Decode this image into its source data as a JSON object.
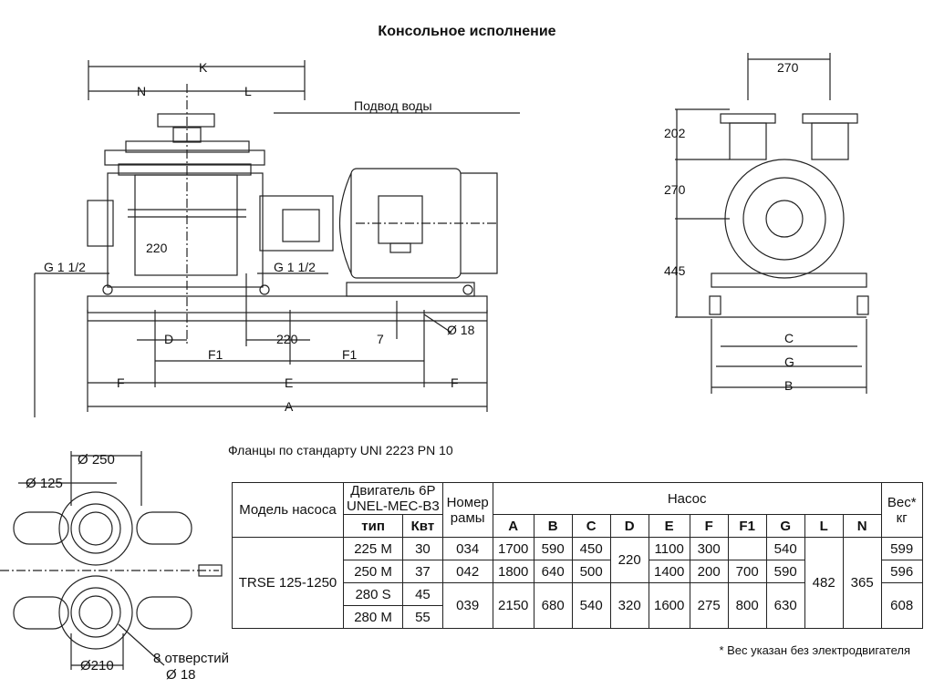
{
  "title": "Консольное исполнение",
  "front_view": {
    "dims": {
      "K": "K",
      "N": "N",
      "L": "L",
      "h220": "220",
      "g_left": "G 1 1/2",
      "g_right": "G 1 1/2",
      "D": "D",
      "F1_left": "F1",
      "d220": "220",
      "F1_right": "F1",
      "seven": "7",
      "hole": "Ø 18",
      "F_left": "F",
      "E": "E",
      "F_right": "F",
      "A": "A"
    },
    "water_inlet": "Подвод воды"
  },
  "side_view": {
    "dims": {
      "w270": "270",
      "h202": "202",
      "h270": "270",
      "h445": "445",
      "C": "C",
      "G": "G",
      "B": "B"
    }
  },
  "flange_view": {
    "dims": {
      "d250": "Ø 250",
      "d125": "Ø 125",
      "d210": "Ø210",
      "holes": "8 отверстий",
      "d18": "Ø 18"
    }
  },
  "flange_note": "Фланцы по стандарту UNI 2223 PN 10",
  "table": {
    "h_model": "Модель насоса",
    "h_motor_1": "Двигатель 6P",
    "h_motor_2": "UNEL-MEC-B3",
    "h_frame_1": "Номер",
    "h_frame_2": "рамы",
    "h_pump": "Насос",
    "h_weight_1": "Вес*",
    "h_weight_2": "кг",
    "h_type": "тип",
    "h_kw": "Квт",
    "cols": [
      "A",
      "B",
      "C",
      "D",
      "E",
      "F",
      "F1",
      "G",
      "L",
      "N"
    ],
    "model": "TRSE 125-1250",
    "types": [
      "225 M",
      "250 M",
      "280 S",
      "280 M"
    ],
    "kw": [
      "30",
      "37",
      "45",
      "55"
    ],
    "frames": [
      "034",
      "042",
      "039"
    ],
    "A": [
      "1700",
      "1800",
      "2150"
    ],
    "B": [
      "590",
      "640",
      "680"
    ],
    "C": [
      "450",
      "500",
      "540"
    ],
    "D": [
      "220",
      "320"
    ],
    "E": [
      "1100",
      "1400",
      "1600"
    ],
    "F": [
      "300",
      "200",
      "275"
    ],
    "F1": [
      "",
      "700",
      "800"
    ],
    "G": [
      "540",
      "590",
      "630"
    ],
    "L": "482",
    "N": "365",
    "weights": [
      "599",
      "596",
      "608"
    ]
  },
  "footnote": "* Вес указан без электродвигателя"
}
